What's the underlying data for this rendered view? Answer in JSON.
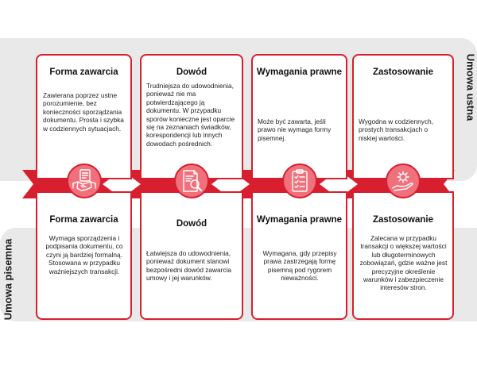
{
  "labels": {
    "top": "Umowa ustna",
    "bottom": "Umowa pisemna"
  },
  "oral": [
    {
      "title": "Forma zawarcia",
      "text": "Zawierana poprzez ustne porozumienie, bez konieczności sporządzania dokumentu. Prosta i szybka w codziennych sytuacjach."
    },
    {
      "title": "Dowód",
      "text": "Trudniejsza do udowodnienia, ponieważ nie ma potwierdzającego ją dokumentu. W przypadku sporów konieczne jest oparcie się na zeznaniach świadków, korespondencji lub innych dowodach pośrednich."
    },
    {
      "title": "Wymagania prawne",
      "text": "Może być zawarta, jeśli prawo nie wymaga formy pisemnej."
    },
    {
      "title": "Zastosowanie",
      "text": "Wygodna w codziennych, prostych transakcjach o niskiej wartości."
    }
  ],
  "written": [
    {
      "title": "Forma zawarcia",
      "text": "Wymaga sporządzenia i podpisania dokumentu, co czyni ją bardziej formalną. Stosowana w przypadku ważniejszych transakcji."
    },
    {
      "title": "Dowód",
      "text": "Łatwiejsza do udowodnienia, ponieważ dokument stanowi bezpośredni dowód zawarcia umowy i jej warunków."
    },
    {
      "title": "Wymagania prawne",
      "text": "Wymagana, gdy przepisy prawa zastrzegają formę pisemną pod rygorem nieważności."
    },
    {
      "title": "Zastosowanie",
      "text": "Zalecana w przypadku transakcji o większej wartości lub długoterminowych zobowiązań, gdzie ważne jest precyzyjne określenie warunków i zabezpieczenie interesów stron."
    }
  ],
  "icons": [
    "handshake-document-icon",
    "document-magnifier-icon",
    "checklist-clipboard-icon",
    "gear-hand-icon"
  ],
  "colors": {
    "accent": "#d71f2f",
    "icon_fill": "#f0707b",
    "band": "#e9e9e9"
  }
}
